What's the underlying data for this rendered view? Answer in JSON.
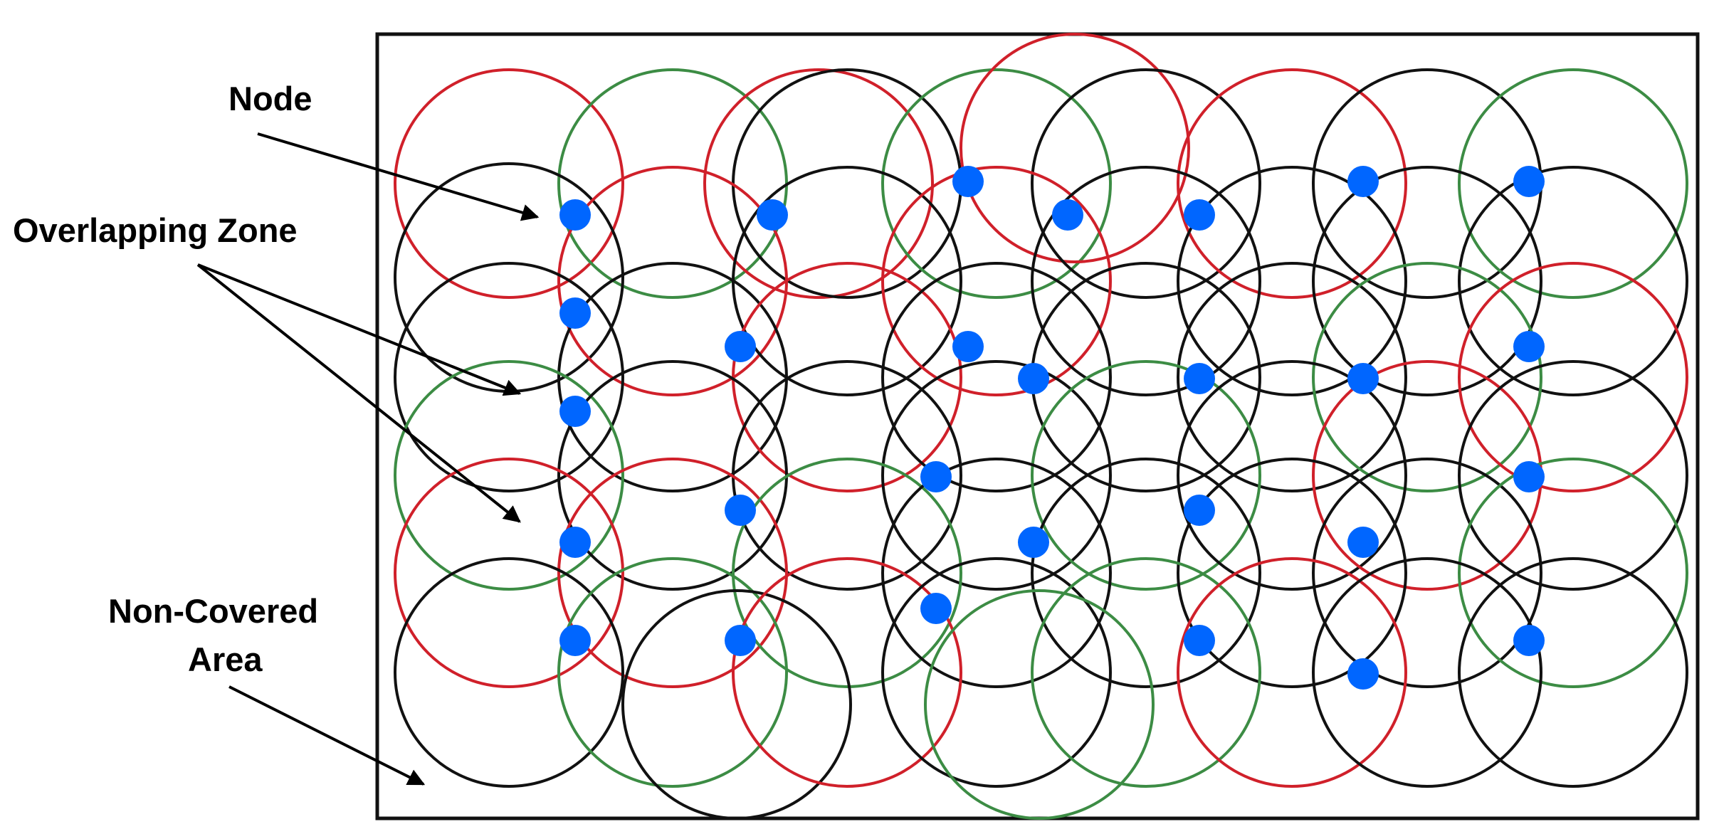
{
  "labels": {
    "node": "Node",
    "overlap": "Overlapping Zone",
    "noncovered_line1": "Non-Covered",
    "noncovered_line2": "Area"
  },
  "colors": {
    "node": "#0066ff",
    "circle_black": "#111111",
    "circle_red": "#d0202a",
    "circle_green": "#3c8c44",
    "frame": "#111111"
  }
}
